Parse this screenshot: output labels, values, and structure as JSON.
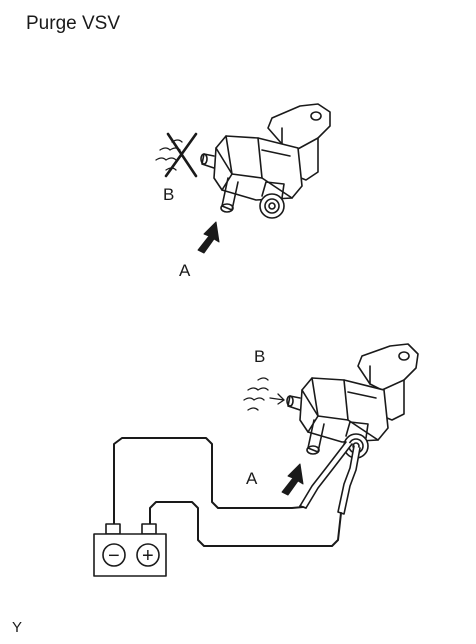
{
  "title": "Purge VSV",
  "figure_code": "Y",
  "top_view": {
    "label_a": "A",
    "label_b": "B"
  },
  "bottom_view": {
    "label_a": "A",
    "label_b": "B",
    "battery_negative": "−",
    "battery_positive": "+"
  }
}
